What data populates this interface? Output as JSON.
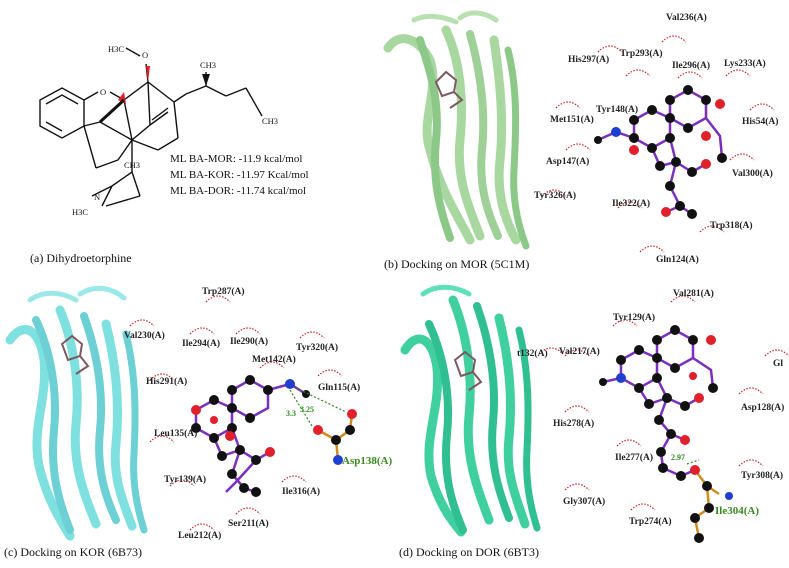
{
  "panel_a": {
    "caption": "(a)  Dihydroetorphine",
    "atoms": {
      "h3c_o": "H3C",
      "o_methoxy": "O",
      "ch3_top": "CH3",
      "ch3_right": "CH3",
      "o_ring": "O",
      "ch3_mid": "CH3",
      "n": "N",
      "h3c_n": "H3C"
    },
    "energies": [
      "ML BA-MOR: -11.9 kcal/mol",
      "ML BA-KOR: -11.97 Kcal/mol",
      "ML BA-DOR: -11.74 kcal/mol"
    ]
  },
  "panel_b": {
    "caption": "(b) Docking on MOR (5C1M)",
    "residues": [
      "Val236(A)",
      "His297(A)",
      "Trp293(A)",
      "Ile296(A)",
      "Lys233(A)",
      "Tyr148(A)",
      "His54(A)",
      "Met151(A)",
      "Asp147(A)",
      "Val300(A)",
      "Tyr326(A)",
      "Ile322(A)",
      "Trp318(A)",
      "Gln124(A)"
    ]
  },
  "panel_c": {
    "caption": "(c) Docking on KOR (6B73)",
    "residues": [
      "Trp287(A)",
      "Val230(A)",
      "Ile294(A)",
      "Ile290(A)",
      "Tyr320(A)",
      "Met142(A)",
      "His291(A)",
      "Gln115(A)",
      "Leu135(A)",
      "Tyr139(A)",
      "Ile316(A)",
      "Ser211(A)",
      "Leu212(A)"
    ],
    "hbond_residue": "Asp138(A)",
    "distances": [
      "3.3",
      "3.25"
    ]
  },
  "panel_d": {
    "caption": "(d) Docking on DOR (6BT3)",
    "residues": [
      "Val281(A)",
      "Tyr129(A)",
      "t132(A)",
      "Val217(A)",
      "Gl",
      "Asp128(A)",
      "His278(A)",
      "Ile277(A)",
      "Tyr308(A)",
      "Gly307(A)",
      "Trp274(A)"
    ],
    "hbond_residue": "Ile304(A)",
    "distances": [
      "2.97"
    ]
  },
  "colors": {
    "helix_mor": "#a8d8a0",
    "helix_kor": "#7fe0e0",
    "helix_dor": "#40d0a0",
    "bond": "#7a2fbf",
    "carbon": "#111111",
    "oxygen": "#e0202a",
    "nitrogen": "#1f3fd0",
    "hydrophobic": "#c8201e",
    "hbond": "#2c8a1e"
  }
}
